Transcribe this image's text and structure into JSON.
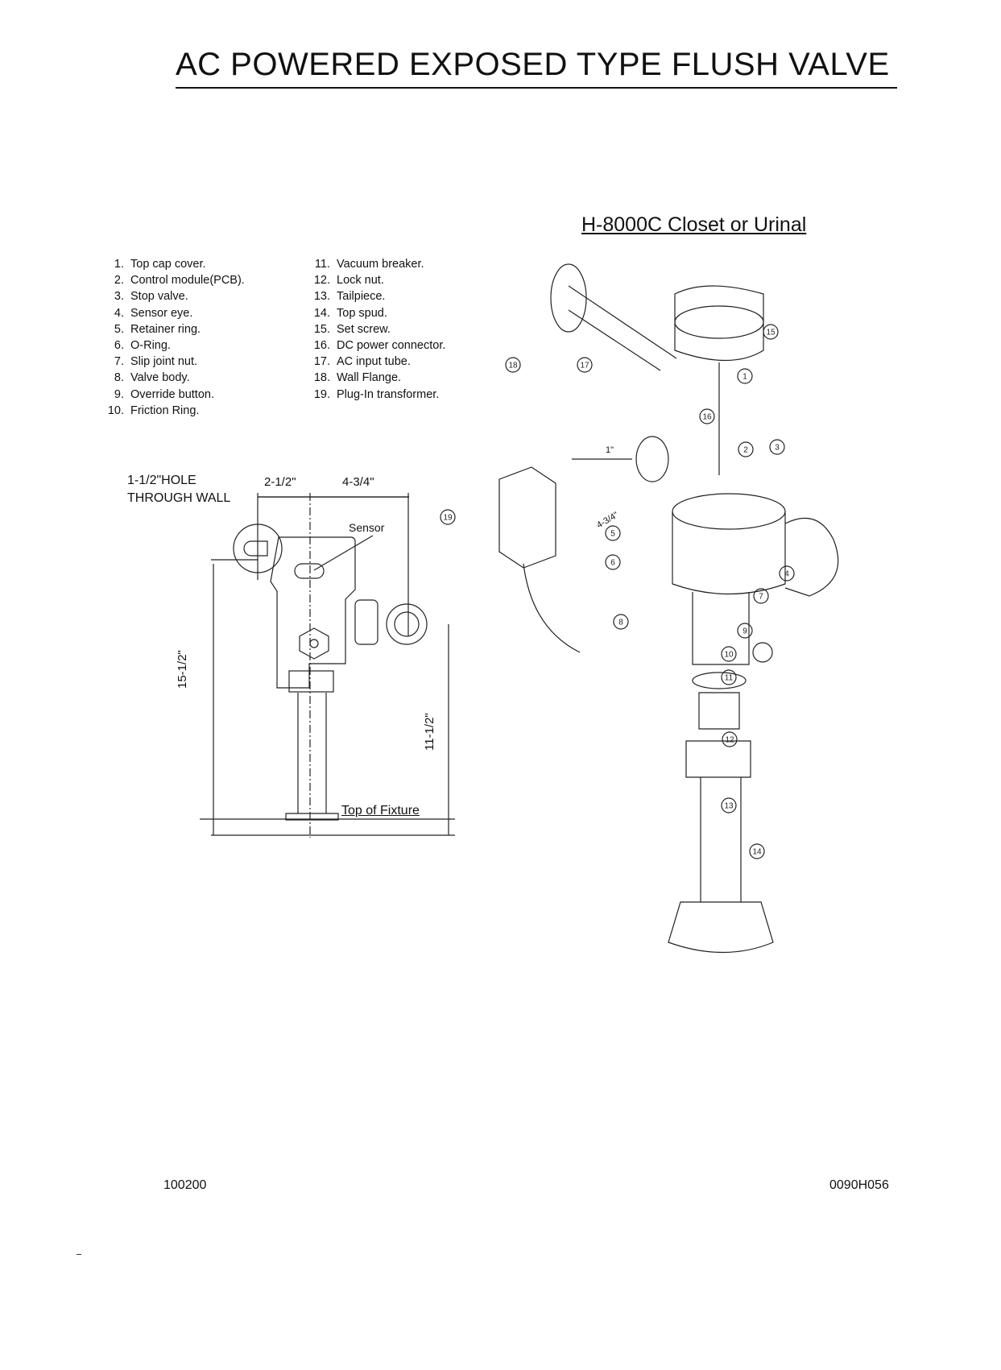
{
  "title": "AC POWERED EXPOSED TYPE FLUSH VALVE",
  "subtitle": "H-8000C Closet or Urinal",
  "parts": [
    {
      "num": "1.",
      "label": "Top cap cover."
    },
    {
      "num": "2.",
      "label": "Control module(PCB)."
    },
    {
      "num": "3.",
      "label": "Stop valve."
    },
    {
      "num": "4.",
      "label": "Sensor eye."
    },
    {
      "num": "5.",
      "label": "Retainer ring."
    },
    {
      "num": "6.",
      "label": "O-Ring."
    },
    {
      "num": "7.",
      "label": "Slip joint nut."
    },
    {
      "num": "8.",
      "label": "Valve body."
    },
    {
      "num": "9.",
      "label": "Override button."
    },
    {
      "num": "10.",
      "label": "Friction Ring."
    },
    {
      "num": "11.",
      "label": "Vacuum breaker."
    },
    {
      "num": "12.",
      "label": "Lock nut."
    },
    {
      "num": "13.",
      "label": "Tailpiece."
    },
    {
      "num": "14.",
      "label": "Top spud."
    },
    {
      "num": "15.",
      "label": "Set screw."
    },
    {
      "num": "16.",
      "label": "DC power connector."
    },
    {
      "num": "17.",
      "label": "AC input tube."
    },
    {
      "num": "18.",
      "label": "Wall Flange."
    },
    {
      "num": "19.",
      "label": "Plug-In transformer."
    }
  ],
  "dimension_drawing": {
    "hole_label_1": "1-1/2\"HOLE",
    "hole_label_2": "THROUGH WALL",
    "dim_a": "2-1/2\"",
    "dim_b": "4-3/4\"",
    "sensor_label": "Sensor",
    "height_total": "15-1/2\"",
    "height_fixture": "11-1/2\"",
    "fixture_label": "Top of Fixture"
  },
  "exploded_view": {
    "dim_1": "1\"",
    "dim_2": "4-3/4\"",
    "callouts": [
      "15",
      "1",
      "18",
      "17",
      "16",
      "2",
      "3",
      "5",
      "6",
      "4",
      "7",
      "8",
      "9",
      "10",
      "11",
      "12",
      "13",
      "14",
      "19"
    ]
  },
  "footer": {
    "left": "100200",
    "right": "0090H056"
  }
}
